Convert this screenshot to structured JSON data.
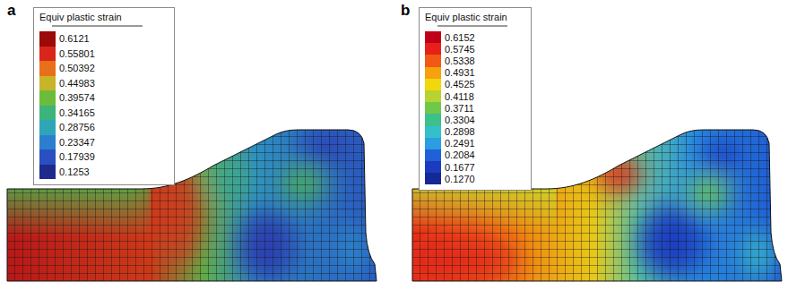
{
  "diagram": {
    "nodes": [
      {
        "text": [
          "Equiv plastic strain"
        ]
      },
      {
        "text": [
          "Equiv plastic strain"
        ]
      }
    ],
    "labels": [
      "a",
      "b"
    ],
    "legend": [
      {
        "text": "0.6121",
        "color": "#9b0a0a"
      },
      {
        "text": "0.55801",
        "color": "#d9261c"
      },
      {
        "text": "0.50392",
        "color": "#e8701a"
      },
      {
        "text": "0.44983",
        "color": "#c8b428"
      },
      {
        "text": "0.39574",
        "color": "#6cbc3c"
      },
      {
        "text": "0.34165",
        "color": "#3cb47a"
      },
      {
        "text": "0.28756",
        "color": "#2ea6b8"
      },
      {
        "text": "0.23347",
        "color": "#2c7fd0"
      },
      {
        "text": "0.17939",
        "color": "#2a4fc0"
      },
      {
        "text": "0.1253",
        "color": "#1e2a8c"
      },
      {
        "text": "0.6152",
        "color": "#c0001a"
      },
      {
        "text": "0.5745",
        "color": "#e8201a"
      },
      {
        "text": "0.5338",
        "color": "#f05a14"
      },
      {
        "text": "0.4931",
        "color": "#f7a10e"
      },
      {
        "text": "0.4525",
        "color": "#f0d80c"
      },
      {
        "text": "0.4118",
        "color": "#b8d230"
      },
      {
        "text": "0.3711",
        "color": "#6ec84a"
      },
      {
        "text": "0.3304",
        "color": "#3cc08c"
      },
      {
        "text": "0.2898",
        "color": "#34c0c8"
      },
      {
        "text": "0.2491",
        "color": "#2a9ee0"
      },
      {
        "text": "0.2084",
        "color": "#2060d8"
      },
      {
        "text": "0.1677",
        "color": "#1c3cc0"
      },
      {
        "text": "0.1270",
        "color": "#142896"
      }
    ]
  }
}
